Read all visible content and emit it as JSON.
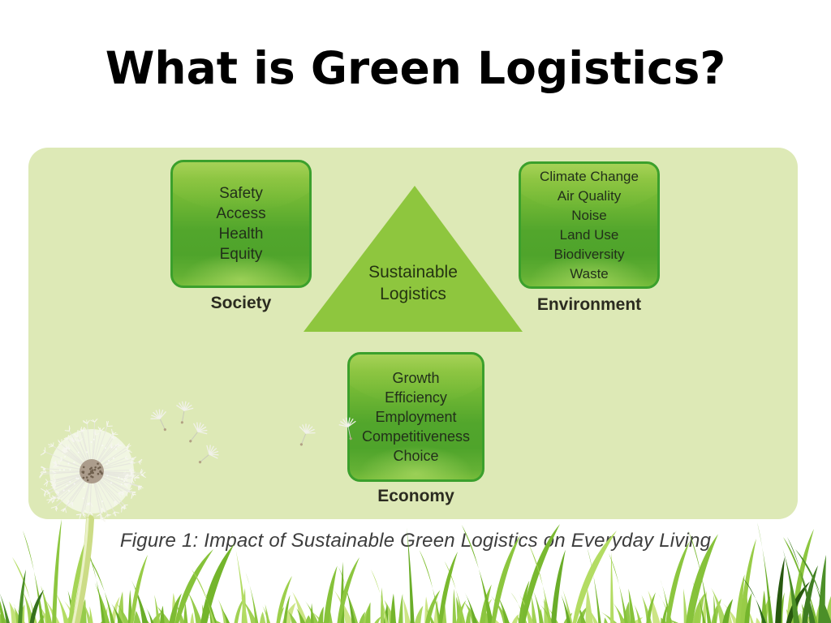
{
  "slide": {
    "title": "What is Green Logistics?"
  },
  "figure": {
    "caption": "Figure 1: Impact of Sustainable Green Logistics on Everyday Living",
    "triangle": {
      "line1": "Sustainable",
      "line2": "Logistics"
    },
    "boxes": [
      {
        "id": "society",
        "label": "Society",
        "items": [
          "Safety",
          "Access",
          "Health",
          "Equity"
        ]
      },
      {
        "id": "environment",
        "label": "Environment",
        "items": [
          "Climate Change",
          "Air Quality",
          "Noise",
          "Land Use",
          "Biodiversity",
          "Waste"
        ]
      },
      {
        "id": "economy",
        "label": "Economy",
        "items": [
          "Growth",
          "Efficiency",
          "Employment",
          "Competitiveness",
          "Choice"
        ]
      }
    ],
    "colors": {
      "panel_background": "#dde9b6",
      "box_border": "#3ba02c",
      "box_green": "#55a82f",
      "box_highlight": "#9bca45",
      "triangle_fill": "#8ec63e",
      "box_text": "#22301a",
      "caption_text": "#3d3d3d",
      "title_text": "#000000",
      "grass_green": "#8cc63f"
    }
  },
  "decorations": {
    "dandelion": "dandelion-flower-image",
    "seeds": "dandelion-seed-icons",
    "grass": "grass-border-image"
  }
}
